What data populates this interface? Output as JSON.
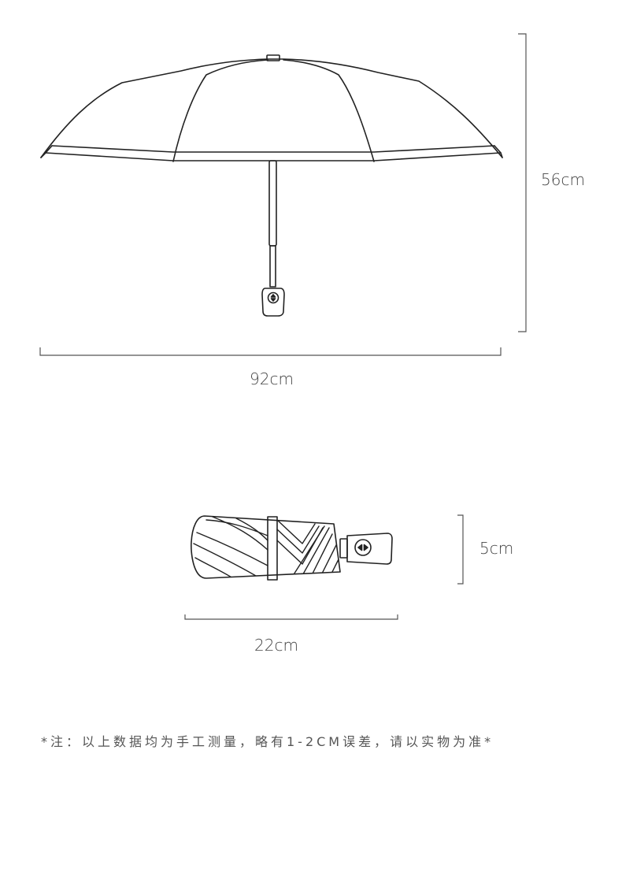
{
  "open_umbrella": {
    "height_label": "56cm",
    "width_label": "92cm"
  },
  "folded_umbrella": {
    "height_label": "5cm",
    "length_label": "22cm"
  },
  "note": "*注：以上数据均为手工测量，略有1-2CM误差，请以实物为准*",
  "colors": {
    "line": "#222222",
    "dimension_line": "#555555",
    "text": "#444444"
  }
}
